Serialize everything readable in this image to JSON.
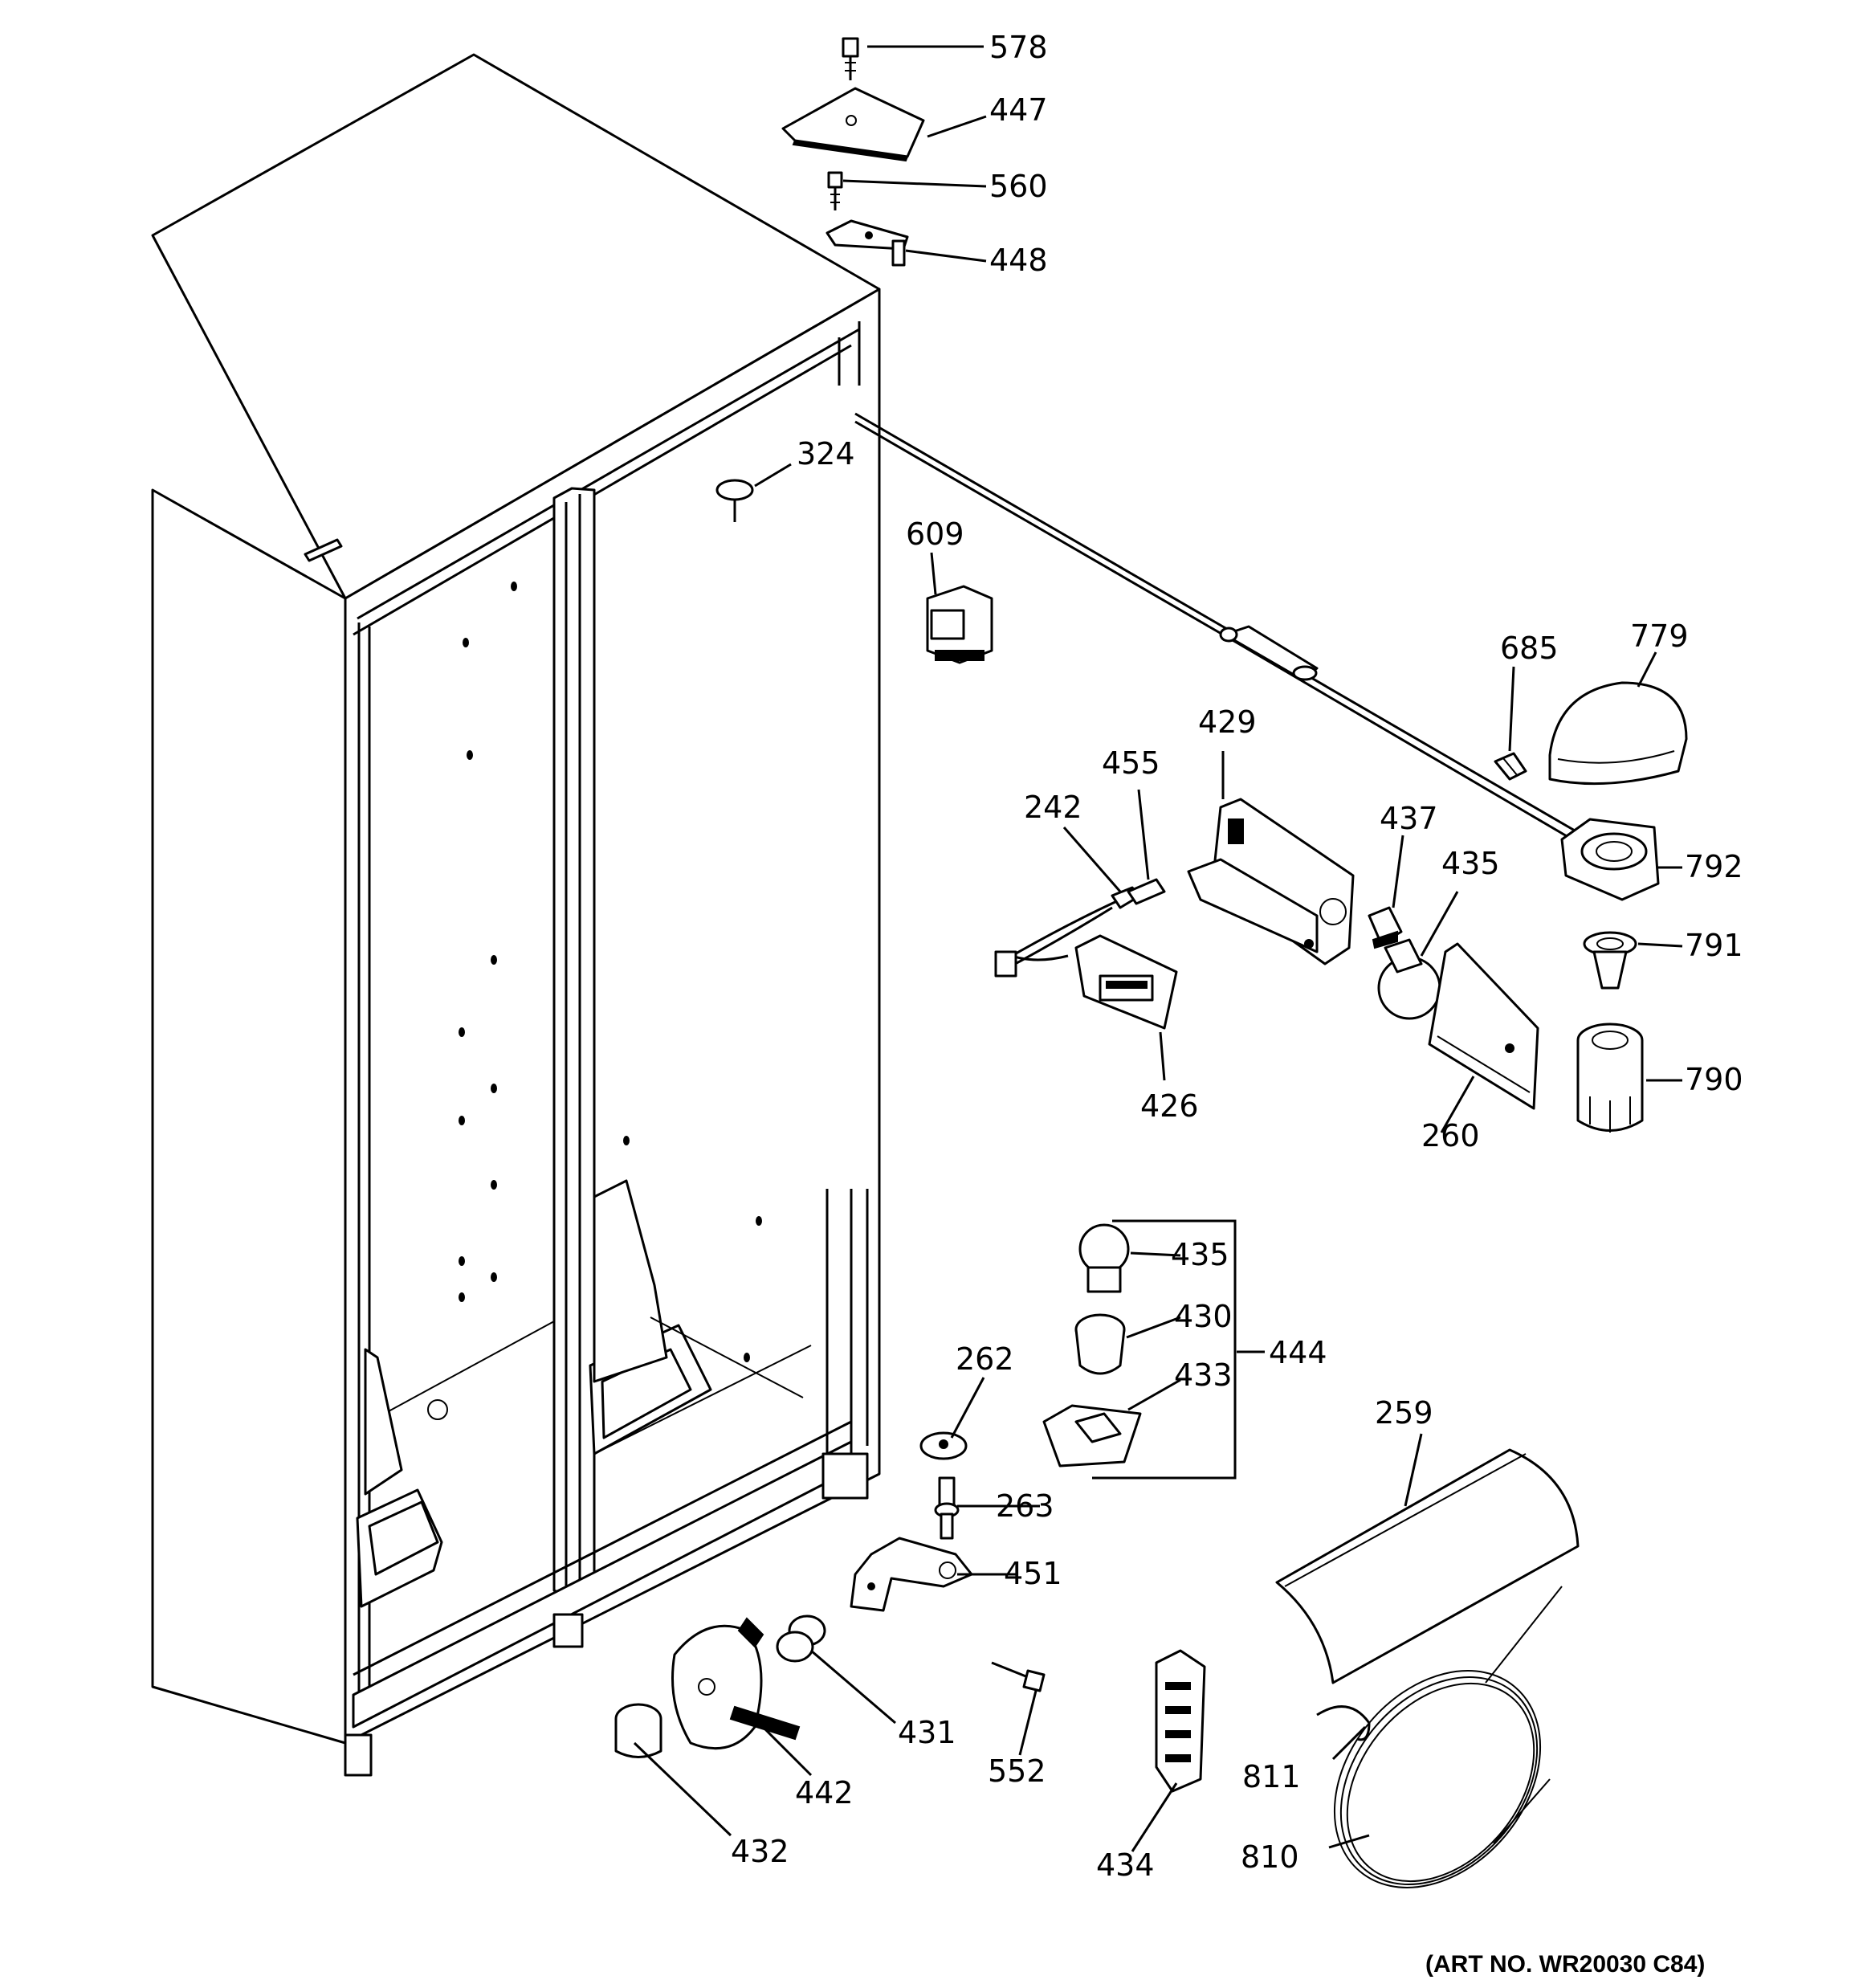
{
  "art_number": "(ART NO. WR20030 C84)",
  "callouts": {
    "c578": "578",
    "c447": "447",
    "c560": "560",
    "c448": "448",
    "c324": "324",
    "c609": "609",
    "c685": "685",
    "c779": "779",
    "c429": "429",
    "c455": "455",
    "c242": "242",
    "c437": "437",
    "c435a": "435",
    "c792": "792",
    "c791": "791",
    "c790": "790",
    "c426": "426",
    "c260": "260",
    "c435b": "435",
    "c430": "430",
    "c444": "444",
    "c433": "433",
    "c262": "262",
    "c259": "259",
    "c263": "263",
    "c451": "451",
    "c431": "431",
    "c552": "552",
    "c442": "442",
    "c811": "811",
    "c810": "810",
    "c432": "432",
    "c434": "434"
  }
}
